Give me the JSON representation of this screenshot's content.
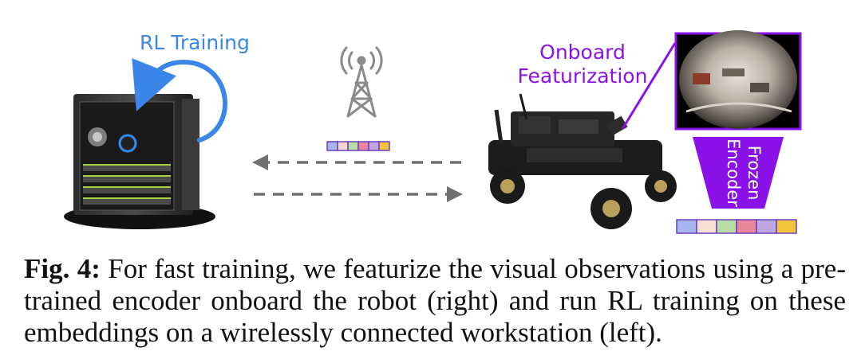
{
  "figure": {
    "rl_training_label": "RL Training",
    "onboard_label_line1": "Onboard",
    "onboard_label_line2": "Featurization",
    "encoder_label_line1": "Frozen",
    "encoder_label_line2": "Encoder",
    "embedding_colors_small": [
      "#a7b4f2",
      "#f4d6c8",
      "#b9dca5",
      "#e8879a",
      "#bfa6df",
      "#f2c43c"
    ],
    "embedding_colors_large": [
      "#a7b4f2",
      "#f6e0d2",
      "#b9dca5",
      "#e8879a",
      "#bfa6df",
      "#f2c43c"
    ],
    "colors": {
      "accent_blue": "#3c86ea",
      "accent_purple": "#8a12e8",
      "arrow_gray": "#707070"
    },
    "icons": [
      "workstation-image",
      "antenna-tower-icon",
      "robot-car-image",
      "camera-view-image"
    ]
  },
  "caption": {
    "label": "Fig. 4:",
    "text": " For fast training, we featurize the visual observations using a pre-trained encoder onboard the robot (right) and run RL training on these embeddings on a wirelessly connected workstation (left)."
  }
}
